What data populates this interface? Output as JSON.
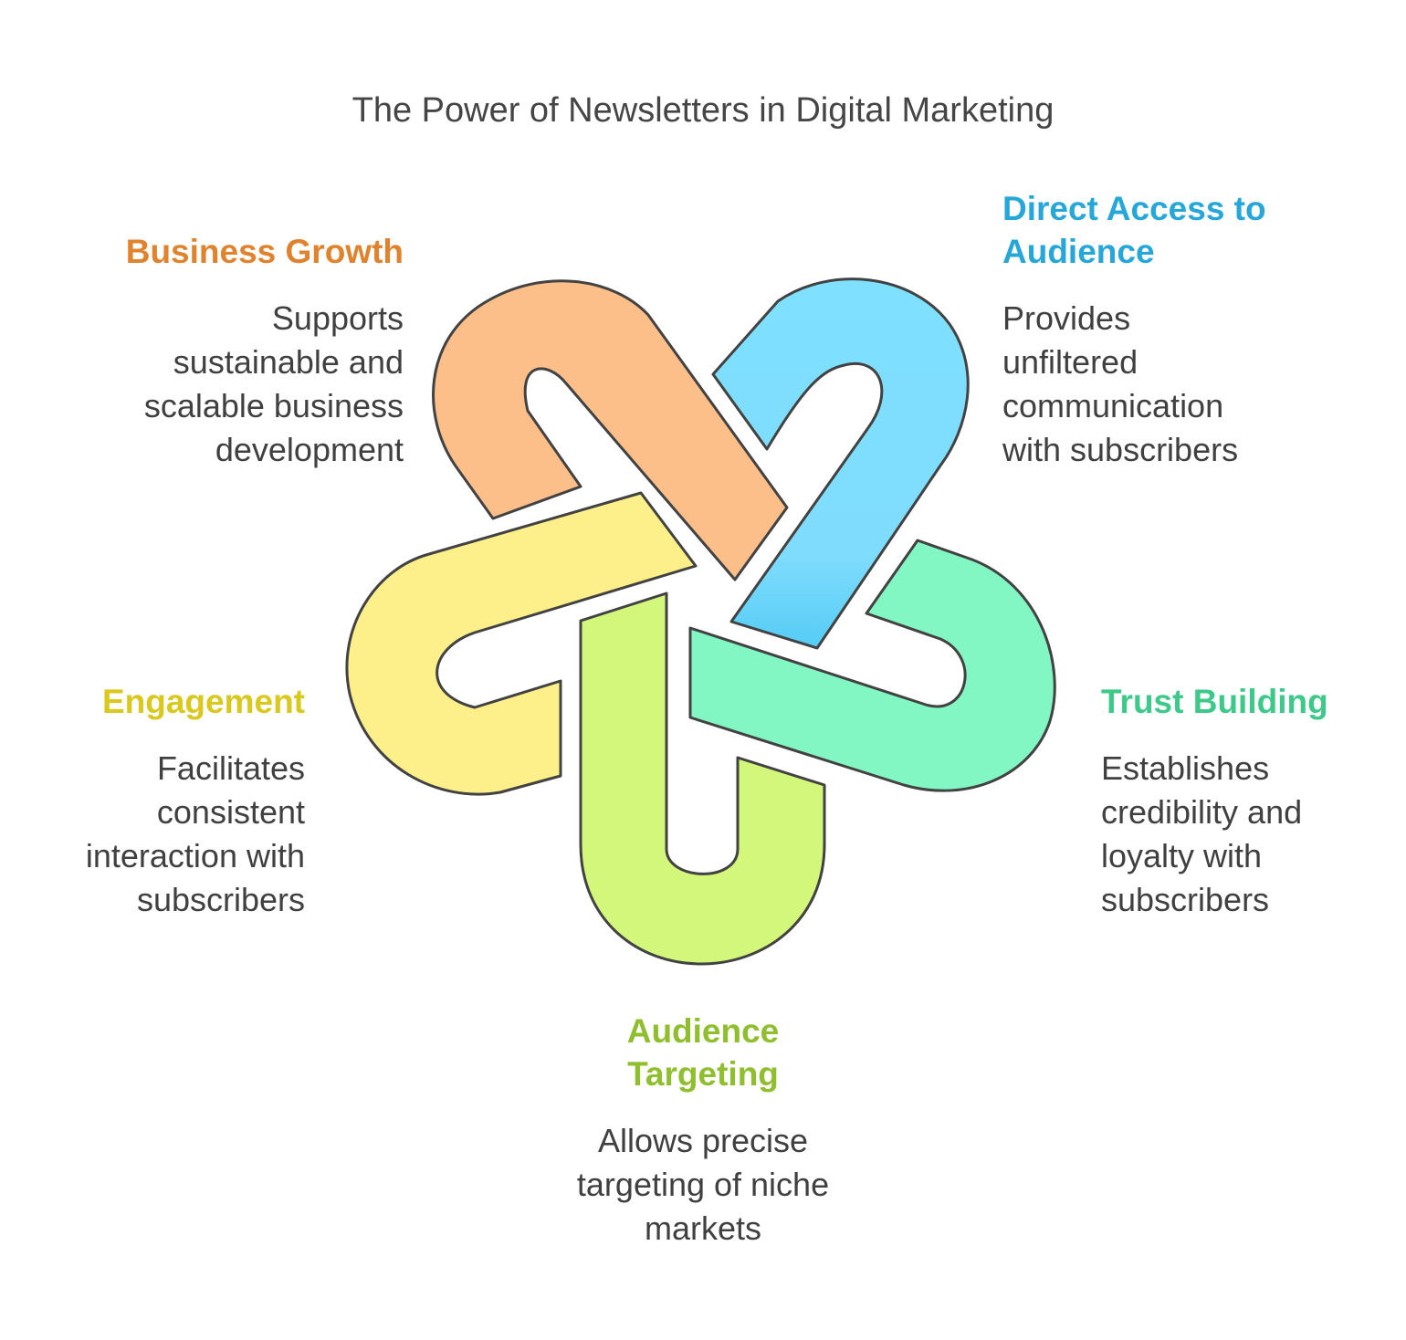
{
  "title": "The Power of Newsletters in Digital Marketing",
  "items": [
    {
      "id": "business-growth",
      "heading": "Business Growth",
      "description": "Supports\nsustainable and\nscalable business\ndevelopment",
      "color": "#e0832e",
      "fill": "#fdbf8a"
    },
    {
      "id": "direct-access",
      "heading": "Direct Access to\nAudience",
      "description": "Provides\nunfiltered\ncommunication\nwith subscribers",
      "color": "#27a6d8",
      "fill": "#7fdcfd"
    },
    {
      "id": "trust-building",
      "heading": "Trust Building",
      "description": "Establishes\ncredibility and\nloyalty with\nsubscribers",
      "color": "#3ec98a",
      "fill": "#83f7c3"
    },
    {
      "id": "audience-targeting",
      "heading": "Audience\nTargeting",
      "description": "Allows precise\ntargeting of niche\nmarkets",
      "color": "#8fbe2e",
      "fill": "#d3f77a"
    },
    {
      "id": "engagement",
      "heading": "Engagement",
      "description": "Facilitates\nconsistent\ninteraction with\nsubscribers",
      "color": "#d9c81e",
      "fill": "#fdf08a"
    }
  ]
}
